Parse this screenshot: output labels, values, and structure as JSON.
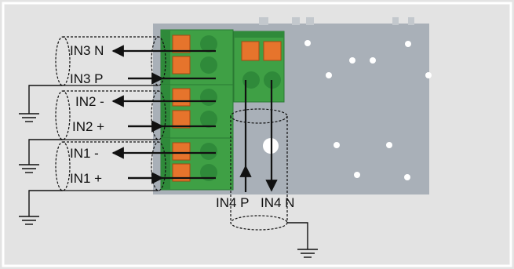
{
  "colors": {
    "background": "#e3e3e3",
    "border": "#ffffff",
    "plate": "#a9b0b8",
    "terminal_green": "#3fa045",
    "terminal_dark": "#2a7a33",
    "spring_orange": "#e6742c",
    "wire": "#111111"
  },
  "labels": {
    "in3_n": "IN3 N",
    "in3_p": "IN3 P",
    "in2_minus": "IN2 -",
    "in2_plus": "IN2 +",
    "in1_minus": "IN1 -",
    "in1_plus": "IN1 +",
    "in4_p": "IN4 P",
    "in4_n": "IN4 N"
  },
  "icons": {
    "ground": "ground-symbol-icon",
    "arrow": "arrow-icon",
    "shield": "cable-shield-icon"
  }
}
